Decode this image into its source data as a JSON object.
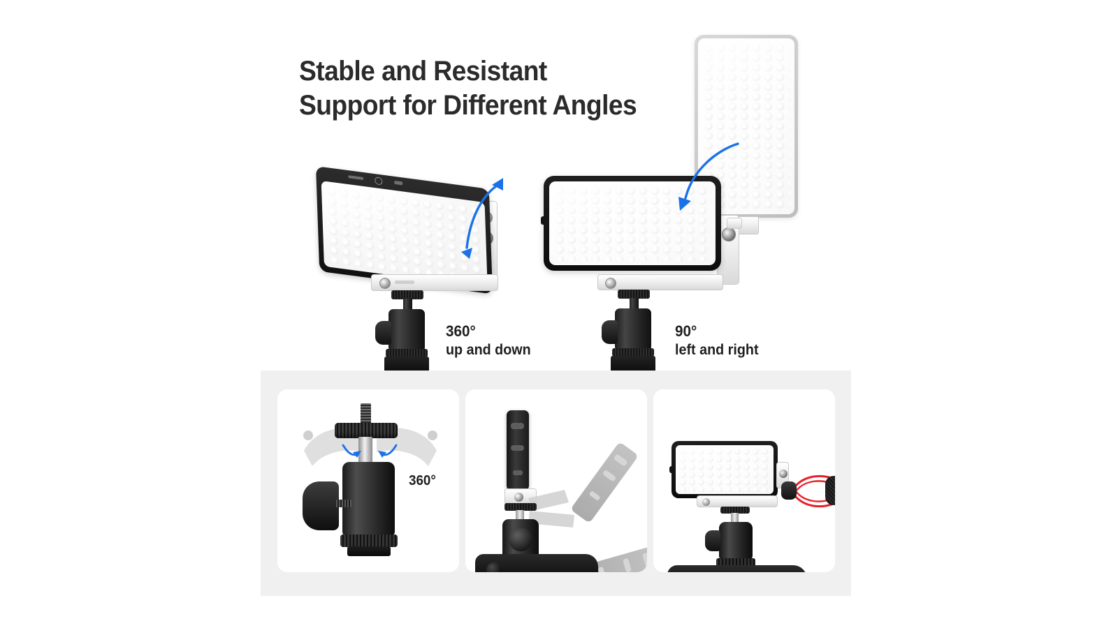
{
  "page": {
    "background_color": "#ffffff",
    "band_color": "#f0f0f0",
    "card_color": "#ffffff",
    "accent_blue": "#1b72e8",
    "accent_red": "#e8202a",
    "text_color": "#2b2b2b"
  },
  "headline": {
    "line1": "Stable and Resistant",
    "line2": "Support for Different Angles"
  },
  "features": [
    {
      "id": "tilt",
      "degrees": "360°",
      "direction": "up and down",
      "arrow": "curved-double-arrow",
      "product": "led-video-light-tilted"
    },
    {
      "id": "pan",
      "degrees": "90°",
      "direction": "left and right",
      "arrow": "curved-arrow-down",
      "product": "led-video-light-front"
    }
  ],
  "thumbnails": [
    {
      "id": "ball-head-rotation",
      "label": "360°",
      "subject": "tripod-ball-head-mount"
    },
    {
      "id": "tilt-positions",
      "label": "",
      "subject": "led-light-tilt-range-on-camera"
    },
    {
      "id": "light-with-microphone",
      "label": "",
      "subject": "led-light-and-shotgun-microphone-on-camera"
    }
  ]
}
